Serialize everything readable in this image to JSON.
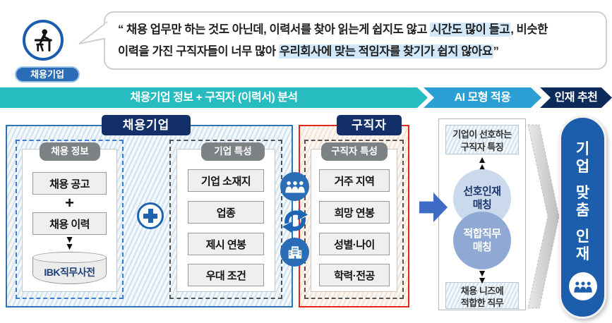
{
  "persona": {
    "label": "채용기업"
  },
  "speech": {
    "line1": {
      "pre": "“ 채용 업무만 하는 것도 아닌데, 이력서를 찾아 읽는게  쉽지도  않고 ",
      "highlight": "시간도 많이 들고",
      "post": ", 비슷한"
    },
    "line2": {
      "pre": "이력을 가진 구직자들이 너무 많아 ",
      "highlight": "우리회사에 맞는 적임자를 찾기가 쉽지 않아요",
      "post": "”"
    }
  },
  "banner": {
    "step1": "채용기업 정보 + 구직자 (이력서) 분석",
    "step2": "AI 모형 적용",
    "step3": "인재 추천"
  },
  "employer": {
    "title": "채용기업",
    "info": {
      "tab": "채용 정보",
      "box1": "채용 공고",
      "plus": "+",
      "box2": "채용 이력",
      "db": "IBK직무사전"
    },
    "traits": {
      "tab": "기업 특성",
      "items": [
        "기업 소재지",
        "업종",
        "제시 연봉",
        "우대 조건"
      ]
    }
  },
  "jobseeker": {
    "title": "구직자",
    "traits": {
      "tab": "구직자 특성",
      "items": [
        "거주 지역",
        "희망 연봉",
        "성별·나이",
        "학력·전공"
      ]
    }
  },
  "ai": {
    "input": {
      "line1": "기업이 선호하는",
      "line2": "구직자 특징"
    },
    "match1": {
      "line1": "선호인재",
      "line2": "매칭"
    },
    "match2": {
      "line1": "적합직무",
      "line2": "매칭"
    },
    "output": {
      "line1": "채용 니즈에",
      "line2": "적합한 직무"
    }
  },
  "result": {
    "chars": [
      "기",
      "업",
      "맞",
      "춤",
      "인",
      "재"
    ]
  },
  "icons": {
    "down_arrow": "▼",
    "up_arrow": "▲"
  },
  "colors": {
    "teal": "#26bcc0",
    "step_blue": "#2b9fd4",
    "navy": "#0d2b5a",
    "title_navy": "#132f6a",
    "accent_blue": "#2a6cb5",
    "red": "#e32819",
    "highlight": "#d2e7f7",
    "circle_light": "#cbd9ed",
    "circle_dark": "#8fa9d4",
    "pill_blue": "#1c5dac"
  }
}
